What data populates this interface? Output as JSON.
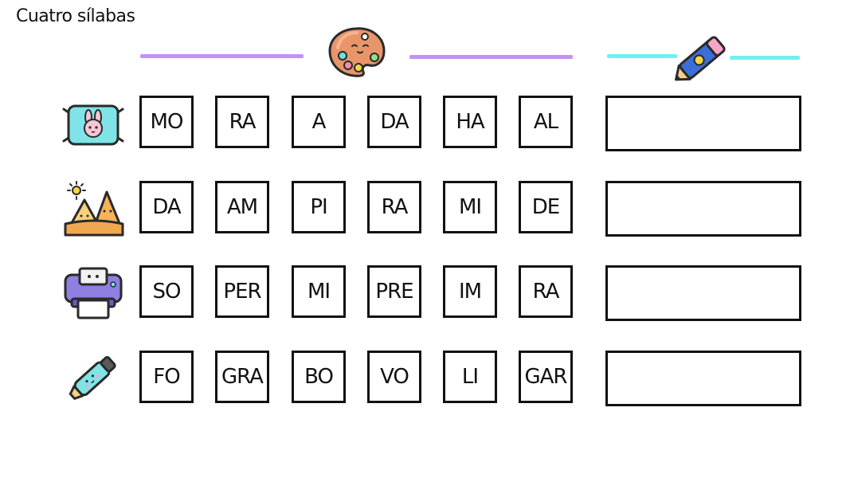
{
  "worksheet": {
    "title": "Cuatro sílabas"
  },
  "header": {
    "palette_icon": "paint-palette-icon",
    "pencil_icon": "pencil-icon",
    "colors": {
      "line_purple": "#c292f5",
      "line_cyan": "#6ff0f2"
    }
  },
  "rows": [
    {
      "icon": "pillow-icon",
      "syllables": [
        "MO",
        "RA",
        "A",
        "DA",
        "HA",
        "AL"
      ]
    },
    {
      "icon": "pyramids-icon",
      "syllables": [
        "DA",
        "AM",
        "PI",
        "RA",
        "MI",
        "DE"
      ]
    },
    {
      "icon": "printer-icon",
      "syllables": [
        "SO",
        "PER",
        "MI",
        "PRE",
        "IM",
        "RA"
      ]
    },
    {
      "icon": "highlighter-icon",
      "syllables": [
        "FO",
        "GRA",
        "BO",
        "VO",
        "LI",
        "GAR"
      ]
    }
  ]
}
